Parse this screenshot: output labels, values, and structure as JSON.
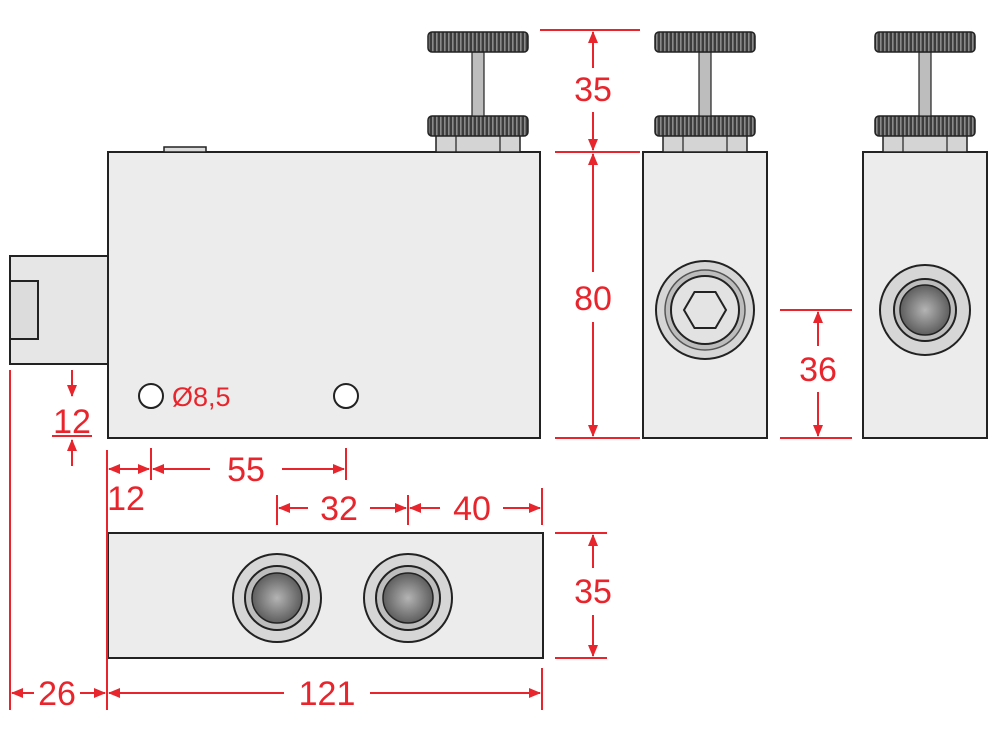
{
  "colors": {
    "dimension": "#e8252c",
    "outline": "#222222",
    "body_fill": "#ececec",
    "knob_fill": "#444444"
  },
  "dimensions": {
    "knob_height": "35",
    "body_height": "80",
    "port_height": "36",
    "hole_offset": "12",
    "hole_diameter": "Ø8,5",
    "hole_pitch": "55",
    "edge_offset": "12",
    "port_pitch": "32",
    "port_edge": "40",
    "bottom_height": "35",
    "overhang": "26",
    "body_length": "121"
  },
  "views": {
    "front": "side-elevation",
    "end_a": "end-view-hex-port",
    "end_b": "end-view-plain-port",
    "bottom": "top-view-two-ports"
  }
}
